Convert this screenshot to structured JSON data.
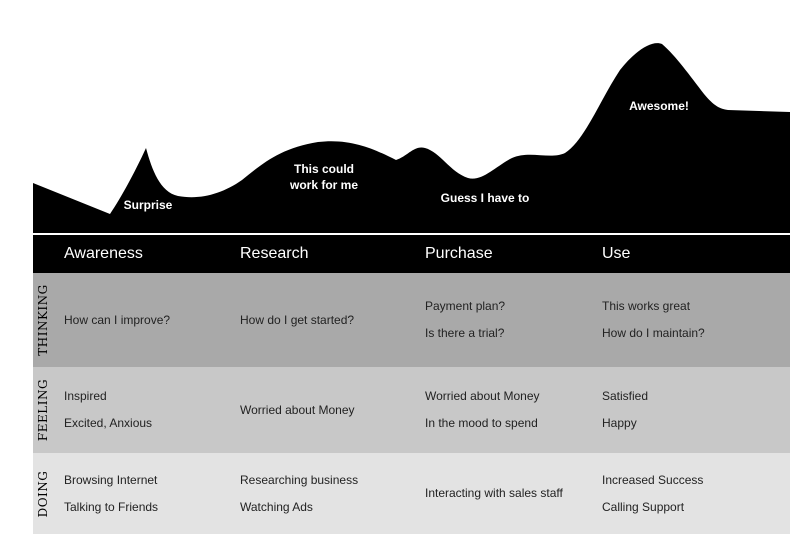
{
  "colors": {
    "curve_fill": "#000000",
    "header_band": "#000000",
    "thinking_row": "#a9a9a9",
    "feeling_row": "#c8c8c8",
    "doing_row": "#e3e3e3"
  },
  "curve": {
    "labels": [
      "Surprise",
      "This could\nwork for me",
      "Guess I have to",
      "Awesome!"
    ]
  },
  "stages": [
    "Awareness",
    "Research",
    "Purchase",
    "Use"
  ],
  "rows": [
    {
      "label": "THINKING",
      "cells": [
        [
          "How can I improve?"
        ],
        [
          "How do I get started?"
        ],
        [
          "Payment plan?",
          "Is there a trial?"
        ],
        [
          "This works great",
          "How do I maintain?"
        ]
      ]
    },
    {
      "label": "FEELING",
      "cells": [
        [
          "Inspired",
          "Excited, Anxious"
        ],
        [
          "Worried about Money"
        ],
        [
          "Worried about Money",
          "In the mood to spend"
        ],
        [
          "Satisfied",
          "Happy"
        ]
      ]
    },
    {
      "label": "DOING",
      "cells": [
        [
          "Browsing Internet",
          "Talking to Friends"
        ],
        [
          "Researching business",
          "Watching Ads"
        ],
        [
          "Interacting with sales staff"
        ],
        [
          "Increased Success",
          "Calling Support"
        ]
      ]
    }
  ]
}
